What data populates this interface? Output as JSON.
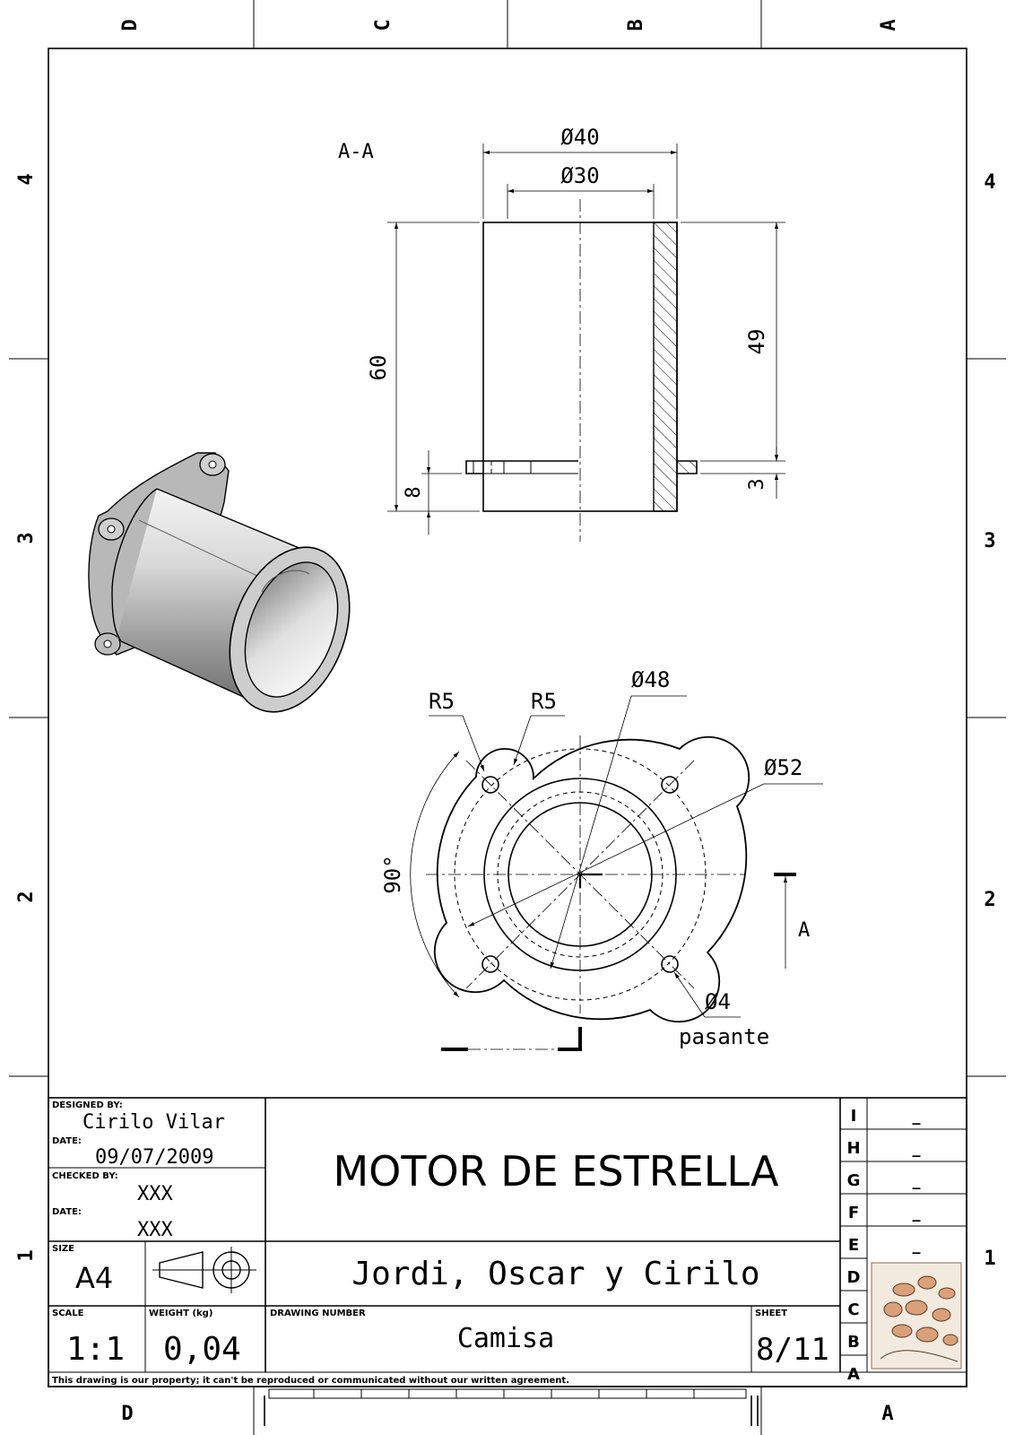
{
  "border": {
    "zones_top": [
      "D",
      "C",
      "B",
      "A"
    ],
    "zones_side": [
      "4",
      "3",
      "2",
      "1"
    ],
    "zones_bottom": [
      "D",
      "A"
    ]
  },
  "section_view": {
    "label": "A-A",
    "dims": {
      "d_outer": "Ø40",
      "d_inner": "Ø30",
      "length": "60",
      "inner_len": "49",
      "flange": "8",
      "flange_t": "3"
    }
  },
  "front_view": {
    "dims": {
      "r1": "R5",
      "r2": "R5",
      "d48": "Ø48",
      "d52": "Ø52",
      "angle": "90°",
      "hole": "Ø4",
      "hole_note": "pasante",
      "cut_label": "A"
    }
  },
  "title_block": {
    "designed_by_label": "DESIGNED BY:",
    "designed_by": "Cirilo Vilar",
    "date_label": "DATE:",
    "date": "09/07/2009",
    "checked_by_label": "CHECKED BY:",
    "checked_by": "XXX",
    "date2_label": "DATE:",
    "date2": "XXX",
    "title": "MOTOR DE ESTRELLA",
    "size_label": "SIZE",
    "size": "A4",
    "authors": "Jordi, Oscar y Cirilo",
    "scale_label": "SCALE",
    "scale": "1:1",
    "weight_label": "WEIGHT (kg)",
    "weight": "0,04",
    "drawing_number_label": "DRAWING NUMBER",
    "drawing_number": "Camisa",
    "sheet_label": "SHEET",
    "sheet": "8/11",
    "notice": "This drawing is our property; it can't be reproduced or communicated without our written agreement.",
    "revisions": [
      {
        "letter": "I",
        "value": "_"
      },
      {
        "letter": "H",
        "value": "_"
      },
      {
        "letter": "G",
        "value": "_"
      },
      {
        "letter": "F",
        "value": "_"
      },
      {
        "letter": "E",
        "value": "_"
      },
      {
        "letter": "D",
        "value": ""
      },
      {
        "letter": "C",
        "value": ""
      },
      {
        "letter": "B",
        "value": ""
      },
      {
        "letter": "A",
        "value": ""
      }
    ]
  }
}
